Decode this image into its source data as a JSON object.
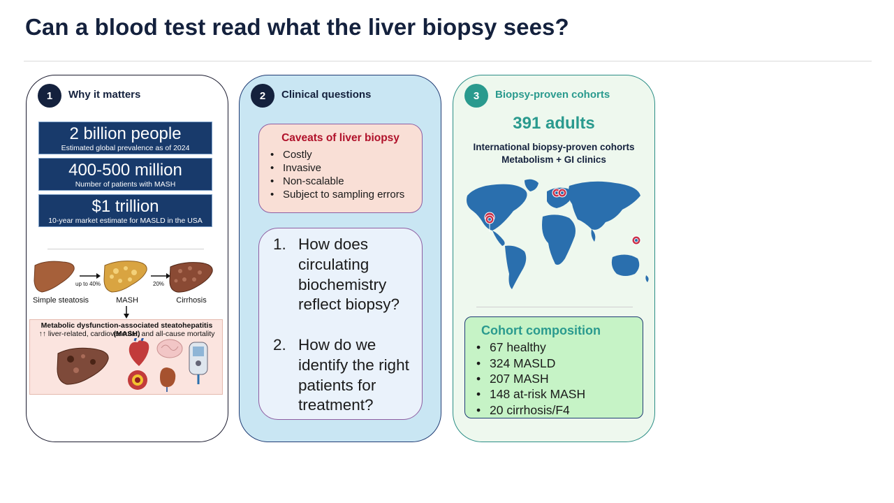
{
  "title": "Can a blood test read what the liver biopsy sees?",
  "colors": {
    "navy": "#14213d",
    "teal": "#2a9a8e",
    "red": "#b0112a",
    "map_blue": "#2a6fae",
    "pin": "#c9334b"
  },
  "panel1": {
    "number": "1",
    "title": "Why it matters",
    "stats": [
      {
        "big": "2 billion people",
        "small": "Estimated global prevalence as of 2024"
      },
      {
        "big": "400-500 million",
        "small": "Number of patients with MASH"
      },
      {
        "big": "$1 trillion",
        "small": "10-year market estimate for MASLD in the USA"
      }
    ],
    "stages": {
      "simple": "Simple steatosis",
      "mash": "MASH",
      "cirrhosis": "Cirrhosis"
    },
    "arrows": {
      "first": "up to 40%",
      "second": "20%"
    },
    "mash_title": "Metabolic dysfunction-associated steatohepatitis (MASH)",
    "mash_sub": "↑↑ liver-related, cardiovascular, and all-cause mortality"
  },
  "panel2": {
    "number": "2",
    "title": "Clinical questions",
    "caveats_title": "Caveats of liver biopsy",
    "caveats": [
      "Costly",
      "Invasive",
      "Non-scalable",
      "Subject to sampling errors"
    ],
    "questions": [
      {
        "n": "1.",
        "text": "How does circulating biochemistry reflect biopsy?"
      },
      {
        "n": "2.",
        "text": "How do we identify the right patients for treatment?"
      }
    ]
  },
  "panel3": {
    "number": "3",
    "title": "Biopsy-proven cohorts",
    "count": "391 adults",
    "line1": "International biopsy-proven cohorts",
    "line2": "Metabolism + GI clinics",
    "composition_title": "Cohort composition",
    "composition": [
      "67 healthy",
      "324 MASLD",
      "207 MASH",
      "148 at-risk MASH",
      "20 cirrhosis/F4"
    ]
  }
}
